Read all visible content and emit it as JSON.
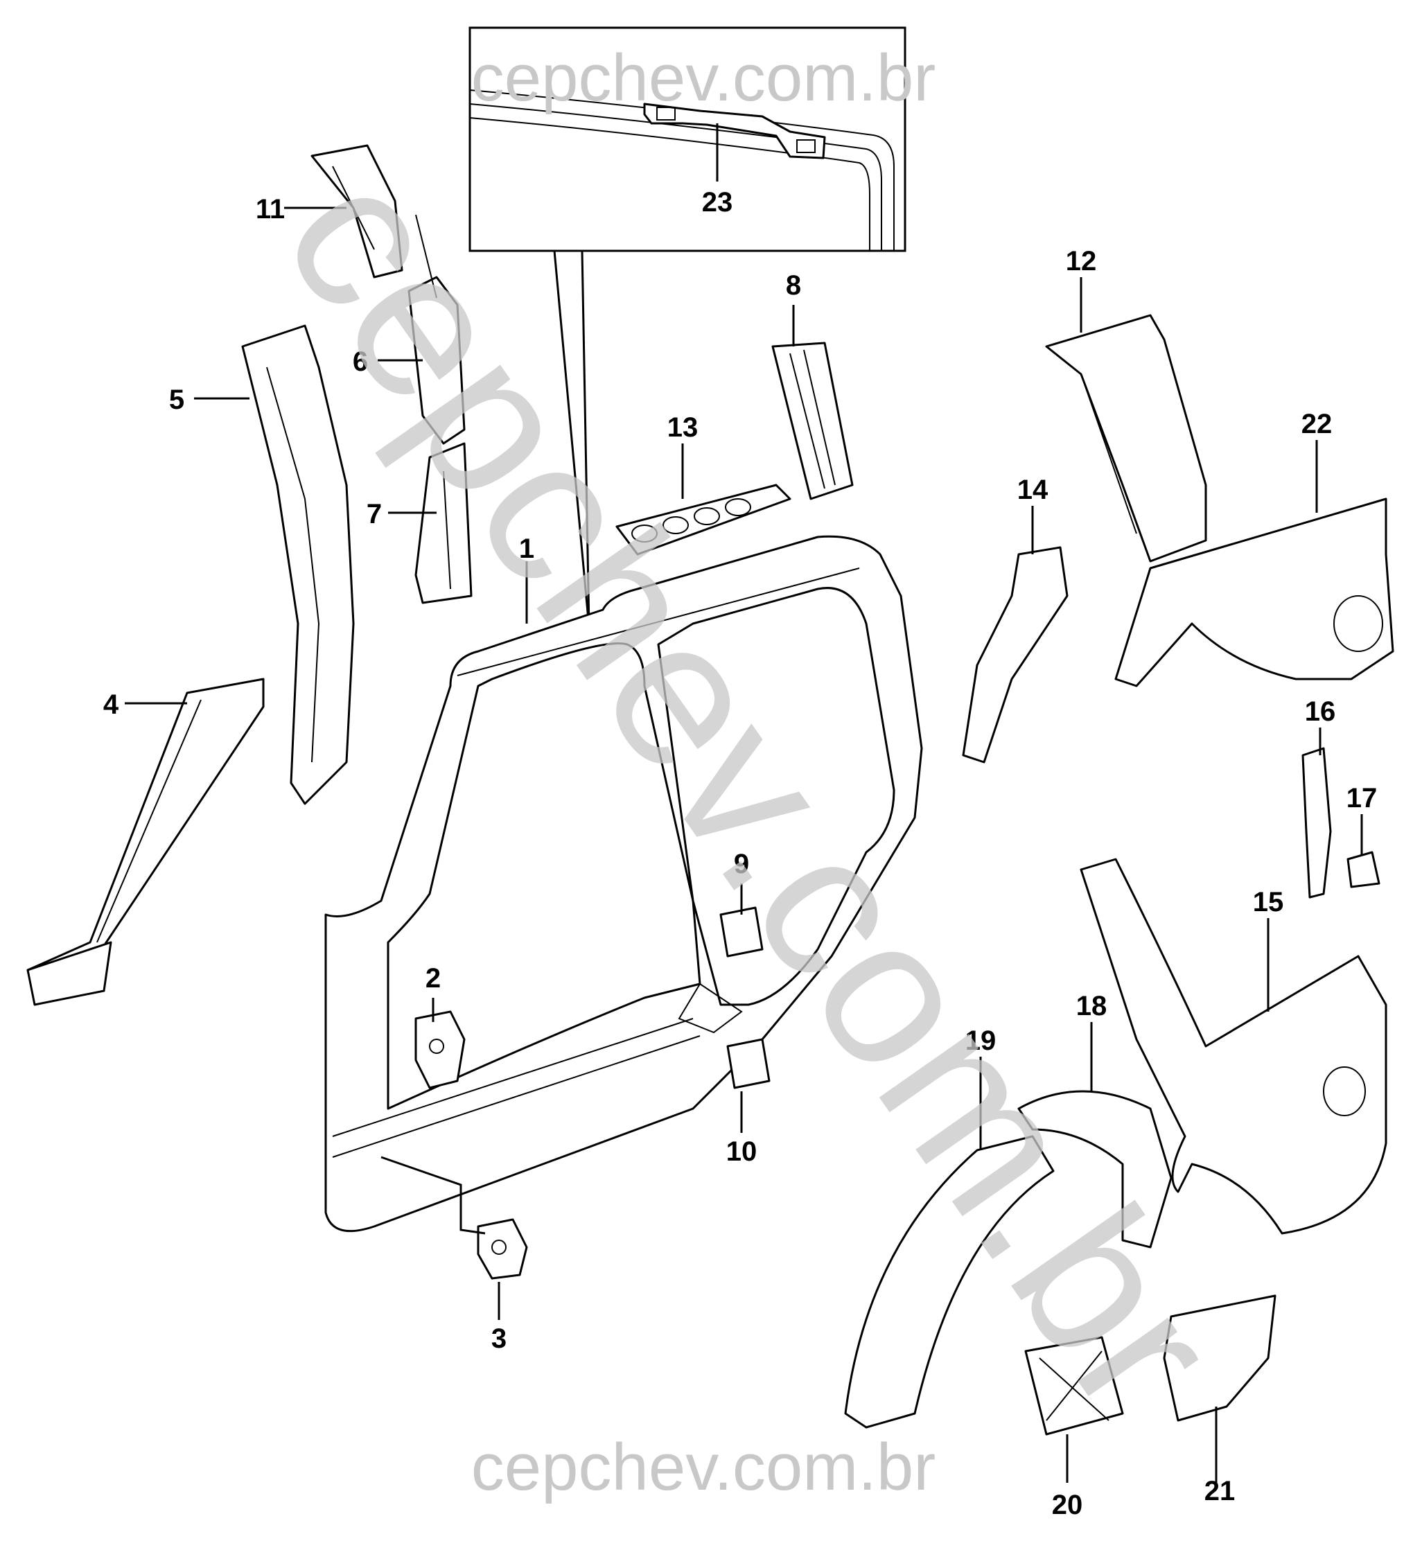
{
  "watermark": {
    "top": "cepchev.com.br",
    "diagonal": "cepchev.com.br",
    "bottom": "cepchev.com.br"
  },
  "callouts": [
    "1",
    "2",
    "3",
    "4",
    "5",
    "6",
    "7",
    "8",
    "9",
    "10",
    "11",
    "12",
    "13",
    "14",
    "15",
    "16",
    "17",
    "18",
    "19",
    "20",
    "21",
    "22",
    "23"
  ]
}
